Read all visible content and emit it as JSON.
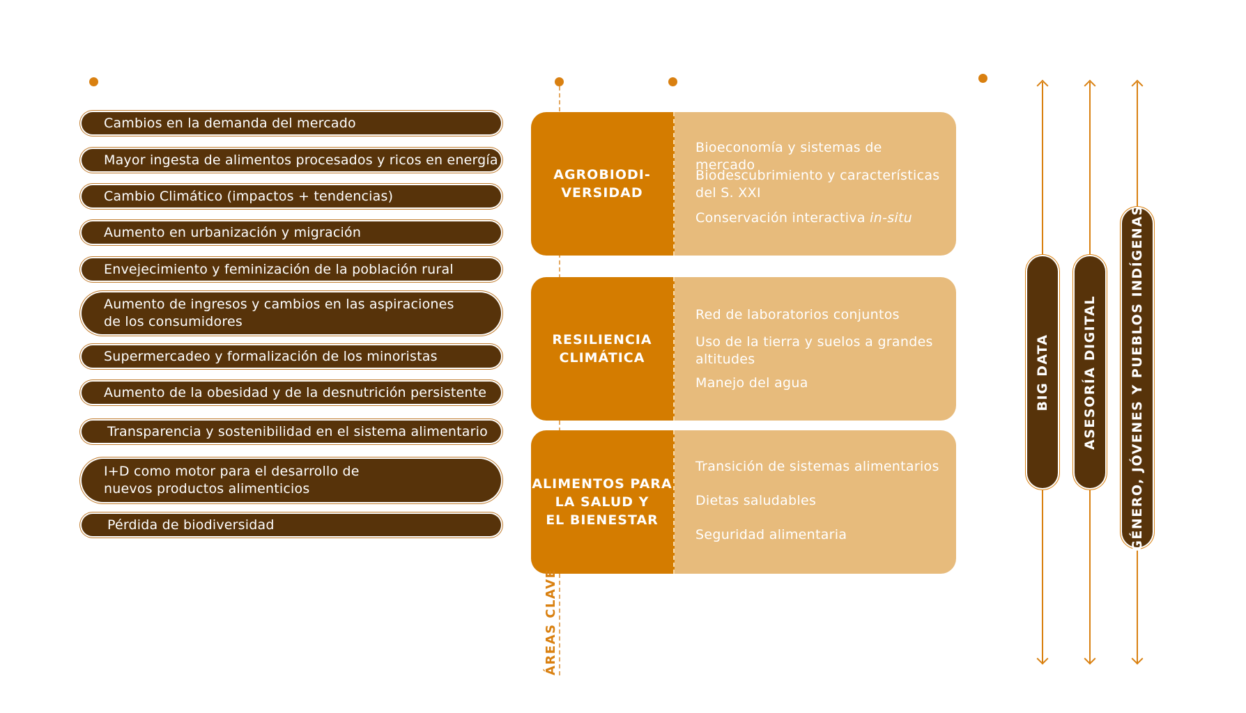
{
  "trends": [
    "Cambios en la demanda del mercado",
    "Mayor ingesta de alimentos procesados y ricos en energía",
    "Cambio Climático (impactos + tendencias)",
    "Aumento en urbanización y migración",
    "Envejecimiento y feminización de la población rural",
    "Aumento de ingresos y cambios en las aspiraciones\nde los consumidores",
    "Supermercadeo y formalización de los minoristas",
    "Aumento de la obesidad y de la desnutrición persistente",
    "Transparencia y sostenibilidad en el sistema alimentario",
    "I+D como motor para el desarrollo de\nnuevos productos alimenticios",
    "Pérdida de biodiversidad"
  ],
  "areas": [
    {
      "title": "AGROBIODI-\nVERSIDAD",
      "items": [
        "Bioeconomía y sistemas de mercado",
        "Biodescubrimiento y características\ndel S. XXI",
        "Conservación interactiva "
      ],
      "italic_suffix": "in-situ"
    },
    {
      "title": "RESILIENCIA\nCLIMÁTICA",
      "items": [
        "Red de laboratorios conjuntos",
        "Uso de la tierra y suelos a  grandes\naltitudes",
        "Manejo del agua"
      ]
    },
    {
      "title": "ALIMENTOS PARA\nLA SALUD Y\nEL BIENESTAR",
      "items": [
        "Transición de sistemas alimentarios",
        "Dietas saludables",
        "Seguridad alimentaria"
      ]
    }
  ],
  "areas_axis_label": "ÁREAS CLAVE",
  "cross_cutting": [
    "BIG DATA",
    "ASESORÍA DIGITAL",
    "GÉNERO, JÓVENES Y PUEBLOS INDÍGENAS"
  ],
  "colors": {
    "dark_brown": "#57330a",
    "orange": "#d47c00",
    "light_tan": "#e7bb7c",
    "accent": "#d98010"
  }
}
